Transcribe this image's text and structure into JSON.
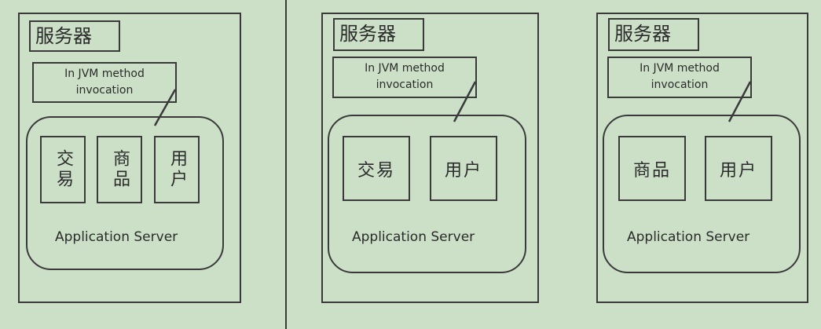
{
  "panels": [
    {
      "title": "服务器",
      "note_line1": "In JVM method",
      "note_line2": "invocation",
      "modules": [
        "交易",
        "商品",
        "用户"
      ],
      "server_label": "Application Server"
    },
    {
      "title": "服务器",
      "note_line1": "In JVM method",
      "note_line2": "invocation",
      "modules": [
        "交易",
        "用户"
      ],
      "server_label": "Application Server"
    },
    {
      "title": "服务器",
      "note_line1": "In JVM method",
      "note_line2": "invocation",
      "modules": [
        "商品",
        "用户"
      ],
      "server_label": "Application Server"
    }
  ],
  "colors": {
    "background": "#cce0c8",
    "line": "#3a3a3a",
    "text": "#2b2b2b"
  }
}
